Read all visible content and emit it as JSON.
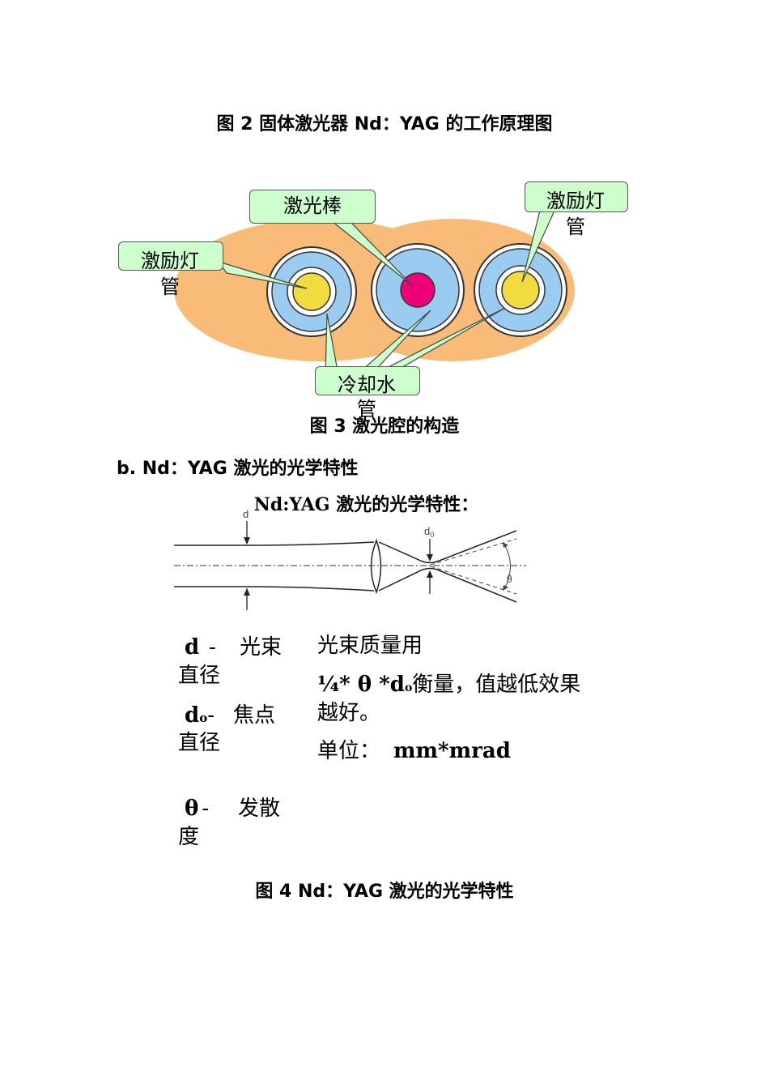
{
  "captions": {
    "fig2": "图 2 固体激光器 Nd：YAG 的工作原理图",
    "fig3": "图 3 激光腔的构造",
    "fig4": "图 4 Nd：YAG 激光的光学特性"
  },
  "section_heading": "b. Nd：YAG 激光的光学特性",
  "cavity_diagram": {
    "labels": {
      "rod": "激光棒",
      "lamp_left_line1": "激励灯",
      "lamp_left_line2": "管",
      "lamp_right_line1": "激励灯",
      "lamp_right_line2": "管",
      "cooling_line1": "冷却水",
      "cooling_line2": "管"
    },
    "colors": {
      "housing": "#f8bc78",
      "coolant": "#99ccf0",
      "lamp": "#f0dc40",
      "rod": "#ee0077",
      "callout": "#ccffcc"
    }
  },
  "beam_diagram": {
    "title": "Nd:YAG 激光的光学特性：",
    "labels": {
      "d": "d",
      "d0_base": "d",
      "d0_sub": "0",
      "theta": "θ"
    }
  },
  "legend": {
    "d_sym": "d",
    "d_dash": "-",
    "d_text1": "光束",
    "d_text2": "直径",
    "d0_sym": "d",
    "d0_sub": "o",
    "d0_dash": "-",
    "d0_text1": "焦点",
    "d0_text2": "直径",
    "theta_sym": "θ",
    "theta_dash": "-",
    "theta_text1": "发散",
    "theta_text2": "度",
    "quality_line1": "光束质量用",
    "quality_formula_a": "¼* θ *d",
    "quality_formula_sub": "o",
    "quality_formula_b": "衡量，值越低效果",
    "quality_line3": "越好。",
    "unit_label": "单位：",
    "unit_value": "mm*mrad"
  }
}
